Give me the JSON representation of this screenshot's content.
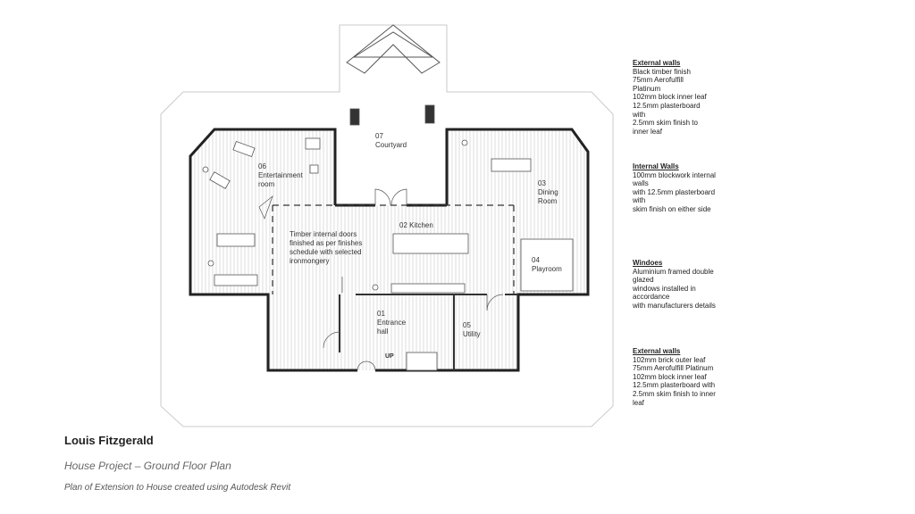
{
  "rooms": {
    "courtyard": "07\nCourtyard",
    "entertainment": "06\nEntertainment\nroom",
    "kitchen": "02 Kitchen",
    "dining": "03\nDining\nRoom",
    "playroom": "04\nPlayroom",
    "entrance": "01\nEntrance\nhall",
    "utility": "05\nUtility",
    "stairs_up": "UP"
  },
  "annotation": "Timber internal doors\nfinished as per finishes\nschedule with selected\nironmongery",
  "notes": [
    {
      "title": "External walls",
      "body": "Black timber finish\n75mm Aerofulfill\nPlatinum\n102mm block inner leaf\n12.5mm plasterboard\nwith\n2.5mm skim finish to\ninner leaf"
    },
    {
      "title": "Internal Walls",
      "body": "100mm blockwork internal\nwalls\nwith 12.5mm plasterboard\nwith\nskim finish on either side"
    },
    {
      "title": "Windoes",
      "body": "Aluminium framed double\nglazed\nwindows installed in\naccordance\nwith manufacturers details"
    },
    {
      "title": "External walls",
      "body": "102mm brick outer leaf\n75mm Aerofulfill Platinum\n102mm block inner leaf\n12.5mm plasterboard with\n2.5mm skim finish to inner\nleaf"
    }
  ],
  "footer": {
    "author": "Louis Fitzgerald",
    "title": "House Project – Ground Floor Plan",
    "description": "Plan of Extension to House created using Autodesk Revit"
  }
}
